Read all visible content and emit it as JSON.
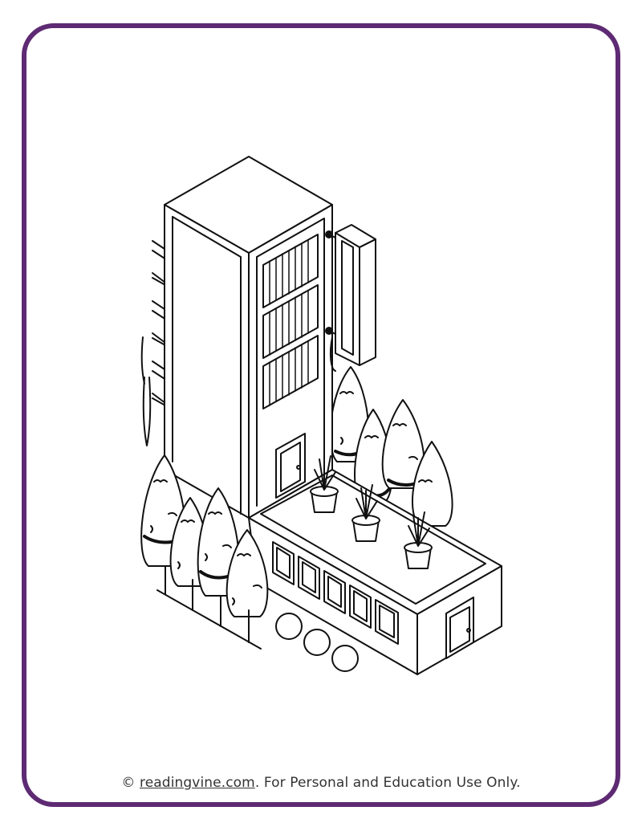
{
  "footer": {
    "copyright_symbol": "©",
    "link_text": "readingvine.com",
    "suffix": ". For Personal and Education Use Only."
  },
  "colors": {
    "frame": "#5e2a73",
    "line": "#111111",
    "background": "#ffffff",
    "footer_text": "#333333"
  },
  "illustration": {
    "subject": "isometric-letter-l-building-coloring-page",
    "icons": [
      "tree-icon",
      "potted-plant-icon",
      "door-icon",
      "sign-icon",
      "pipe-icon"
    ]
  }
}
